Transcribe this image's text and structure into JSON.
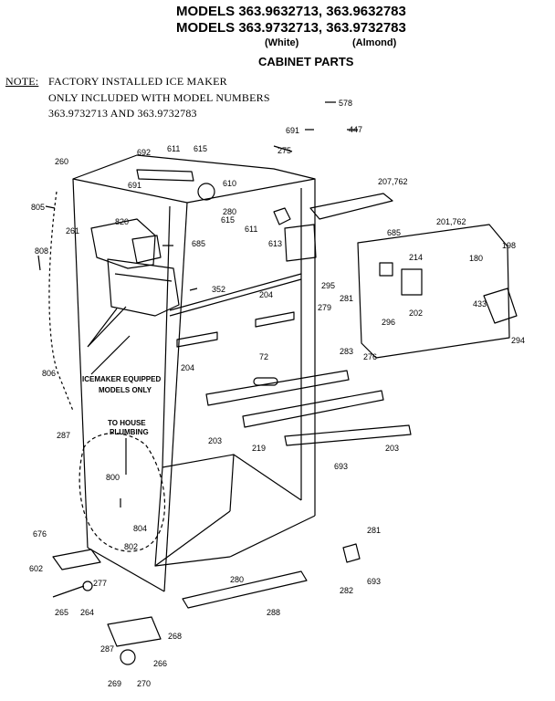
{
  "header": {
    "line1": "MODELS 363.9632713, 363.9632783",
    "line2": "MODELS 363.9732713, 363.9732783",
    "white": "(White)",
    "almond": "(Almond)",
    "title": "CABINET PARTS"
  },
  "note": {
    "label": "NOTE:",
    "line1": "FACTORY INSTALLED ICE MAKER",
    "line2": "ONLY INCLUDED WITH MODEL NUMBERS",
    "line3": "363.9732713 AND 363.9732783"
  },
  "callouts": {
    "icemaker_1": "ICEMAKER EQUIPPED",
    "icemaker_2": "MODELS ONLY",
    "plumbing_1": "TO HOUSE",
    "plumbing_2": "PLUMBING"
  },
  "parts": {
    "p578": "578",
    "p447": "447",
    "p691a": "691",
    "p275": "275",
    "p692": "692",
    "p611": "611",
    "p615a": "615",
    "p691b": "691",
    "p610": "610",
    "p615b": "615",
    "p280a": "280",
    "p611b": "611",
    "p613": "613",
    "p207": "207,762",
    "p201": "201,762",
    "p260": "260",
    "p805": "805",
    "p261": "261",
    "p820": "820",
    "p685a": "685",
    "p685b": "685",
    "p352": "352",
    "p808": "808",
    "p214": "214",
    "p295": "295",
    "p281a": "281",
    "p279": "279",
    "p283": "283",
    "p276": "276",
    "p296": "296",
    "p202": "202",
    "p180": "180",
    "p433": "433",
    "p198": "198",
    "p294": "294",
    "p204a": "204",
    "p204b": "204",
    "p72": "72",
    "p203a": "203",
    "p219": "219",
    "p203b": "203",
    "p693a": "693",
    "p806": "806",
    "p287a": "287",
    "p800": "800",
    "p804": "804",
    "p802": "802",
    "p676": "676",
    "p602": "602",
    "p277": "277",
    "p265": "265",
    "p264": "264",
    "p280b": "280",
    "p288": "288",
    "p281b": "281",
    "p693b": "693",
    "p282": "282",
    "p287b": "287",
    "p268": "268",
    "p266": "266",
    "p269": "269",
    "p270": "270"
  }
}
